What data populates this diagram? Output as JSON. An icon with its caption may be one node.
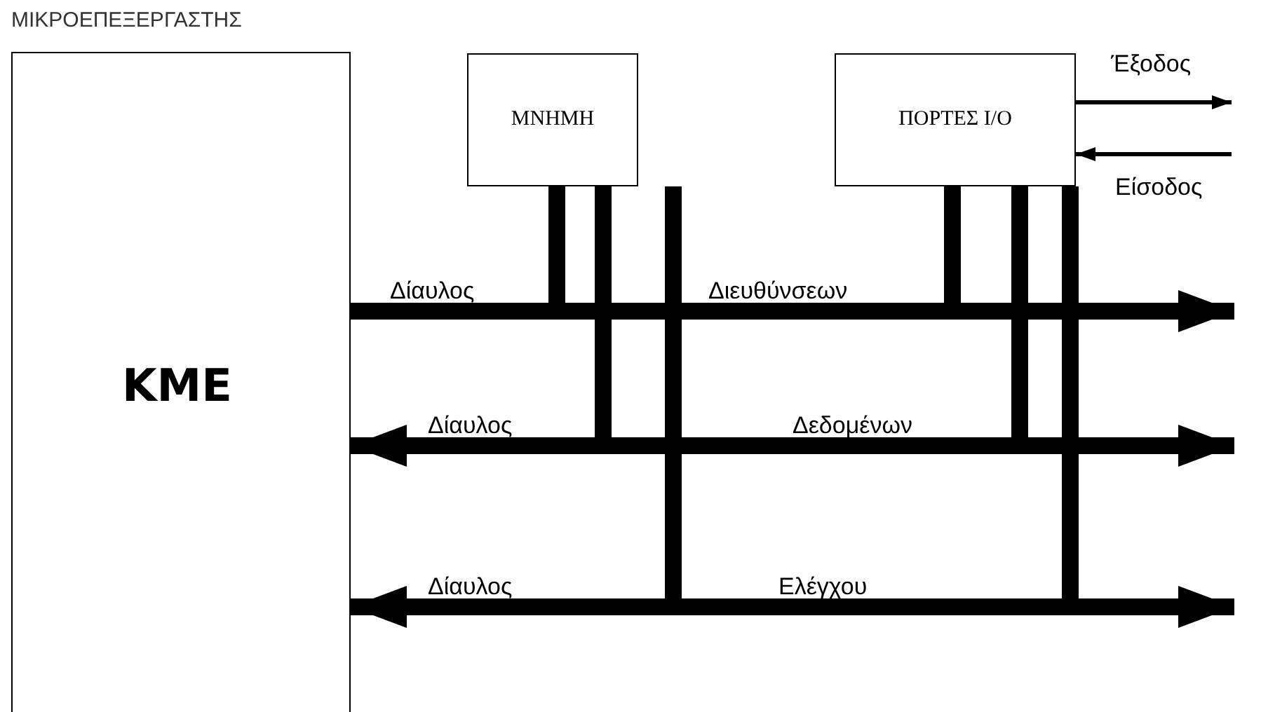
{
  "diagram": {
    "nodes": [
      {
        "text": [
          "ΜΙΚΡΟΕΠΕΞΕΡΓΑΣΤΗΣ",
          "ΚΜΕ"
        ]
      },
      {
        "text": [
          "ΜΝΗΜΗ"
        ]
      },
      {
        "text": [
          "ΠΟΡΤΕΣ I/O"
        ]
      }
    ],
    "edges": [
      {
        "from": 0,
        "to": null,
        "arrow": "to"
      },
      {
        "from": 0,
        "to": null,
        "arrow": "both"
      },
      {
        "from": 0,
        "to": null,
        "arrow": "both"
      },
      {
        "from": 1,
        "to": null,
        "arrow": "none"
      },
      {
        "from": 1,
        "to": null,
        "arrow": "none"
      },
      {
        "from": 1,
        "to": null,
        "arrow": "none"
      },
      {
        "from": 2,
        "to": null,
        "arrow": "none"
      },
      {
        "from": 2,
        "to": null,
        "arrow": "none"
      },
      {
        "from": 2,
        "to": null,
        "arrow": "none"
      },
      {
        "from": 2,
        "to": null,
        "arrow": "to",
        "label": "Έξοδος"
      },
      {
        "from": null,
        "to": 2,
        "arrow": "to",
        "label": "Είσοδος"
      }
    ],
    "labels": [
      "Δίαυλος",
      "Διευθύνσεων",
      "Δίαυλος",
      "Δεδομένων",
      "Δίαυλος",
      "Ελέγχου"
    ]
  }
}
